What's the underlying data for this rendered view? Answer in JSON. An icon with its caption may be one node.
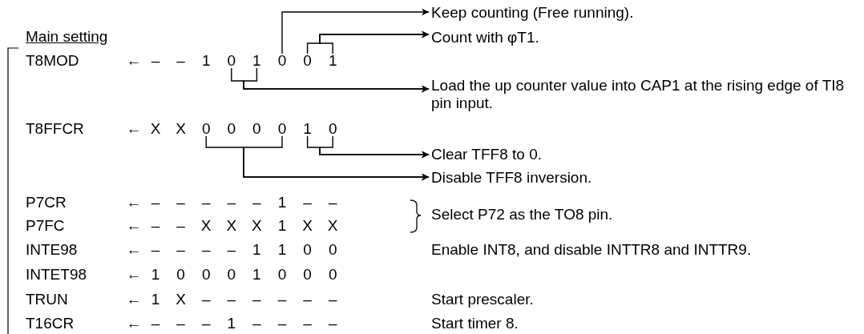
{
  "diagram": {
    "nodes": [
      {
        "text": [
          "Keep counting (Free running)."
        ]
      },
      {
        "text": [
          "Count with φT1."
        ]
      },
      {
        "text": [
          "0"
        ]
      },
      {
        "text": [
          "1"
        ]
      },
      {
        "text": [
          "0"
        ]
      },
      {
        "text": [
          "0"
        ]
      },
      {
        "text": [
          "1"
        ]
      },
      {
        "text": [
          "Load the up counter value into CAP1 at the rising edge of TI8 pin input."
        ]
      },
      {
        "text": [
          "0"
        ]
      },
      {
        "text": [
          "0"
        ]
      },
      {
        "text": [
          "1"
        ]
      },
      {
        "text": [
          "0"
        ]
      },
      {
        "text": [
          "Clear TFF8 to 0."
        ]
      },
      {
        "text": [
          "Disable TFF8 inversion."
        ]
      }
    ],
    "edges": [
      {
        "from": 4,
        "to": 0,
        "arrow": "to"
      },
      {
        "from": 5,
        "to": 1,
        "arrow": "to"
      },
      {
        "from": 6,
        "to": 1,
        "arrow": "to"
      },
      {
        "from": 2,
        "to": 7,
        "arrow": "to"
      },
      {
        "from": 3,
        "to": 7,
        "arrow": "to"
      },
      {
        "from": 10,
        "to": 12,
        "arrow": "to"
      },
      {
        "from": 11,
        "to": 12,
        "arrow": "to"
      },
      {
        "from": 8,
        "to": 13,
        "arrow": "to"
      },
      {
        "from": 9,
        "to": 13,
        "arrow": "to"
      }
    ],
    "labels": [
      "Main setting",
      "T8MOD",
      "←",
      "–",
      "–",
      "1",
      "T8FFCR",
      "←",
      "X",
      "X",
      "0",
      "0",
      "P7CR",
      "←",
      "–",
      "–",
      "–",
      "–",
      "–",
      "1",
      "–",
      "–",
      "Select P72 as the TO8 pin.",
      "P7FC",
      "←",
      "–",
      "–",
      "X",
      "X",
      "X",
      "1",
      "X",
      "X",
      "INTE98",
      "←",
      "–",
      "–",
      "–",
      "–",
      "1",
      "1",
      "0",
      "0",
      "Enable INT8, and disable INTTR8 and INTTR9.",
      "INTET98",
      "←",
      "1",
      "0",
      "0",
      "0",
      "1",
      "0",
      "0",
      "0",
      "TRUN",
      "←",
      "1",
      "X",
      "–",
      "–",
      "–",
      "–",
      "–",
      "–",
      "Start prescaler.",
      "T16CR",
      "←",
      "–",
      "–",
      "–",
      "1",
      "–",
      "–",
      "–",
      "–",
      "Start timer 8."
    ]
  }
}
